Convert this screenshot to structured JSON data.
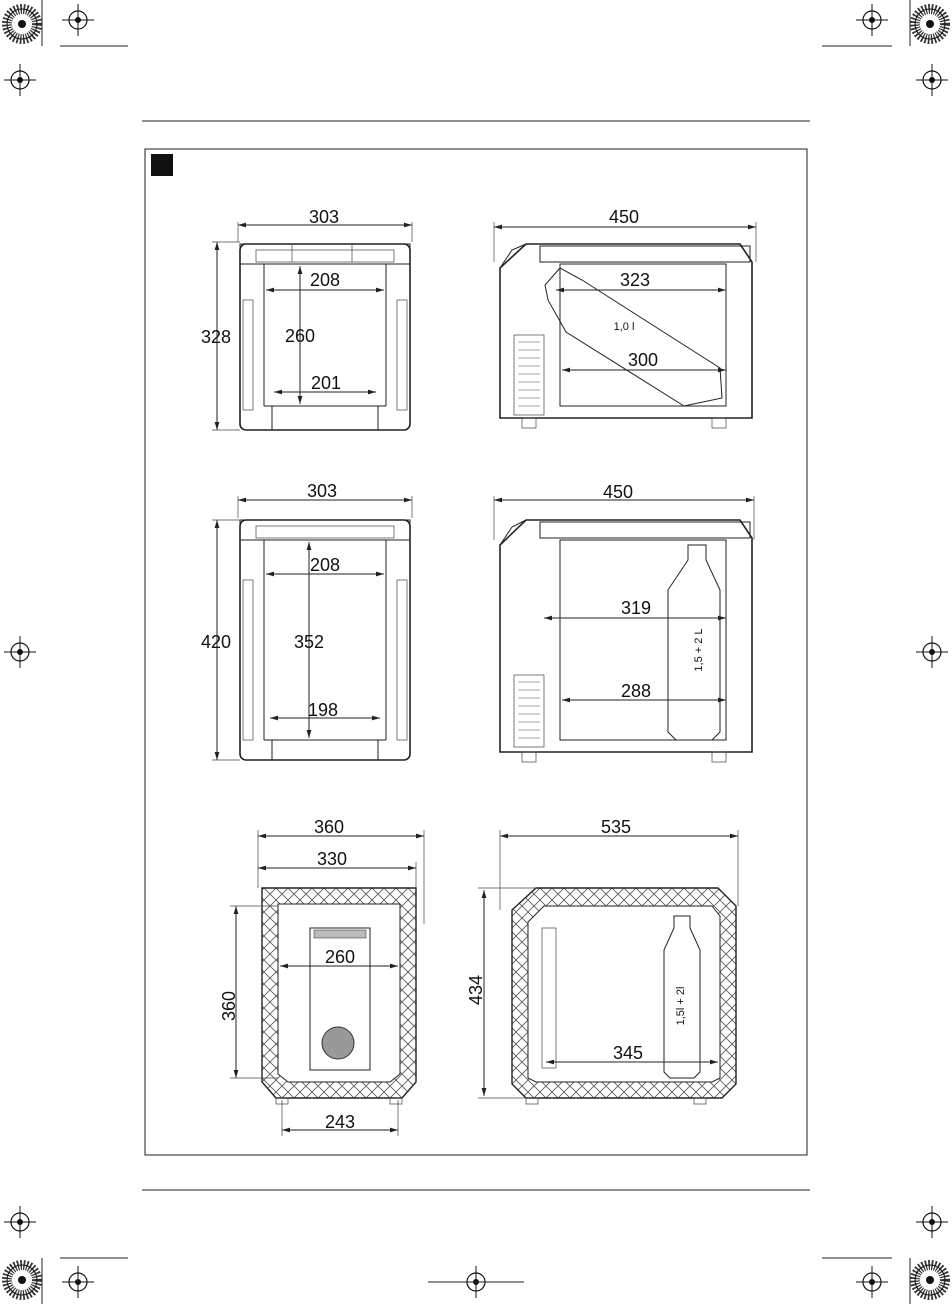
{
  "figure": {
    "drawings": [
      {
        "id": "d1",
        "dims": [
          "303",
          "208",
          "260",
          "201",
          "328"
        ]
      },
      {
        "id": "d2",
        "dims": [
          "450",
          "323",
          "300"
        ],
        "bottle": "1,0 l"
      },
      {
        "id": "d3",
        "dims": [
          "303",
          "208",
          "352",
          "198",
          "420"
        ]
      },
      {
        "id": "d4",
        "dims": [
          "450",
          "319",
          "288"
        ],
        "bottle": "1,5 + 2 L"
      },
      {
        "id": "d5",
        "dims": [
          "360",
          "330",
          "260",
          "360",
          "243"
        ]
      },
      {
        "id": "d6",
        "dims": [
          "535",
          "434",
          "345"
        ],
        "bottle": "1,5l + 2l"
      }
    ]
  },
  "colors": {
    "line": "#222222",
    "dark": "#111111",
    "background": "#ffffff"
  }
}
